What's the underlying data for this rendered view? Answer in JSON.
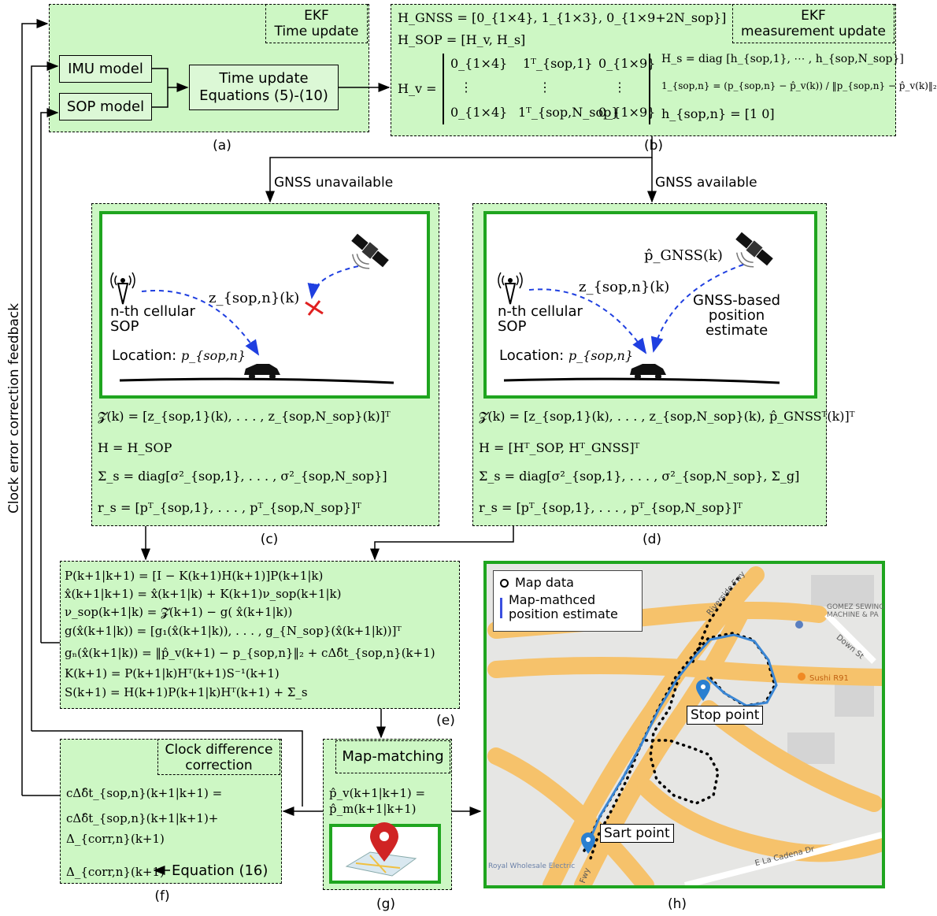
{
  "feedback_label": "Clock error correction feedback",
  "panel_a": {
    "caption": "(a)",
    "tag_line1": "EKF",
    "tag_line2": "Time update",
    "imu": "IMU model",
    "sop": "SOP model",
    "time_update_line1": "Time update",
    "time_update_line2": "Equations (5)-(10)"
  },
  "panel_b": {
    "caption": "(b)",
    "tag_line1": "EKF",
    "tag_line2": "measurement update",
    "h_gnss": "H_GNSS = [0_{1×4}, 1_{1×3}, 0_{1×9+2N_sop}]",
    "h_sop": "H_SOP = [H_v, H_s]",
    "hv_lhs": "H_v =",
    "hv_row1": [
      "0_{1×4}",
      "1ᵀ_{sop,1}",
      "0_{1×9}"
    ],
    "hv_row2": [
      "⋮",
      "⋮",
      "⋮"
    ],
    "hv_row3": [
      "0_{1×4}",
      "1ᵀ_{sop,N_sop}",
      "0_{1×9}"
    ],
    "hs": "H_s = diag [h_{sop,1}, ⋯ , h_{sop,N_sop}]",
    "one_sop": "1_{sop,n} = (p_{sop,n} − p̂_v(k)) / ‖p_{sop,n} − p̂_v(k)‖₂",
    "h_sop_n": "h_{sop,n} = [1   0]"
  },
  "branch_left": "GNSS unavailable",
  "branch_right": "GNSS available",
  "panel_c": {
    "caption": "(c)",
    "z_label": "z_{sop,n}(k)",
    "sop_line1": "n-th cellular",
    "sop_line2": "SOP",
    "location_text": "Location:",
    "location_math": "p_{sop,n}",
    "eq1": "𝓩(k) = [z_{sop,1}(k), . . . , z_{sop,N_sop}(k)]ᵀ",
    "eq2": "H = H_SOP",
    "eq3": "Σ_s = diag[σ²_{sop,1}, . . . , σ²_{sop,N_sop}]",
    "eq4": "r_s = [pᵀ_{sop,1}, . . . , pᵀ_{sop,N_sop}]ᵀ"
  },
  "panel_d": {
    "caption": "(d)",
    "z_label": "z_{sop,n}(k)",
    "pgnss_label": "p̂_GNSS(k)",
    "sop_line1": "n-th cellular",
    "sop_line2": "SOP",
    "gnss_line1": "GNSS-based",
    "gnss_line2": "position",
    "gnss_line3": "estimate",
    "location_text": "Location:",
    "location_math": "p_{sop,n}",
    "eq1": "𝓩(k) = [z_{sop,1}(k), . . . , z_{sop,N_sop}(k), p̂_GNSSᵀ(k)]ᵀ",
    "eq2": "H = [Hᵀ_SOP, Hᵀ_GNSS]ᵀ",
    "eq3": "Σ_s = diag[σ²_{sop,1}, . . . , σ²_{sop,N_sop}, Σ_g]",
    "eq4": "r_s = [pᵀ_{sop,1}, . . . , pᵀ_{sop,N_sop}]ᵀ"
  },
  "panel_e": {
    "caption": "(e)",
    "eq1": "P(k+1|k+1) = [I − K(k+1)H(k+1)]P(k+1|k)",
    "eq2": "x̂(k+1|k+1) = x̂(k+1|k) + K(k+1)ν_sop(k+1|k)",
    "eq3": "ν_sop(k+1|k) = 𝓩(k+1) − g( x̂(k+1|k))",
    "eq4": "g(x̂(k+1|k)) = [g₁(x̂(k+1|k)), . . . , g_{N_sop}(x̂(k+1|k))]ᵀ",
    "eq5": "gₙ(x̂(k+1|k)) = ‖p̂_v(k+1) − p_{sop,n}‖₂ + cΔδ̂t_{sop,n}(k+1)",
    "eq6": "K(k+1) = P(k+1|k)Hᵀ(k+1)S⁻¹(k+1)",
    "eq7": "S(k+1) = H(k+1)P(k+1|k)Hᵀ(k+1) + Σ_s"
  },
  "panel_f": {
    "caption": "(f)",
    "tag_line1": "Clock difference",
    "tag_line2": "correction",
    "eq1": "cΔδ̂t_{sop,n}(k+1|k+1) =",
    "eq2": "cΔδ̂t_{sop,n}(k+1|k+1)+",
    "eq3": "Δ_{corr,n}(k+1)",
    "eq4_math": "Δ_{corr,n}(k+1)",
    "eq4_text": "Equation (16)"
  },
  "panel_g": {
    "caption": "(g)",
    "tag": "Map-matching",
    "eq1": "p̂_v(k+1|k+1) =",
    "eq2": "p̂_m(k+1|k+1)"
  },
  "panel_h": {
    "caption": "(h)",
    "legend_item1": "Map data",
    "legend_item2_line1": "Map-mathced",
    "legend_item2_line2": "position estimate",
    "stop_label": "Stop point",
    "start_label": "Sart point",
    "road_label_1": "Riverside Fwy",
    "road_label_2": "Down St",
    "road_label_3": "E La Cadena Dr",
    "road_label_4": "Fwy",
    "poi_1": "GOMEZ SEWING",
    "poi_1b": "MACHINE & PA",
    "poi_2": "Sushi R91",
    "poi_3": "Royal Wholesale Electric",
    "colors": {
      "map_data": "#000000",
      "estimate": "#3a86d4"
    }
  }
}
